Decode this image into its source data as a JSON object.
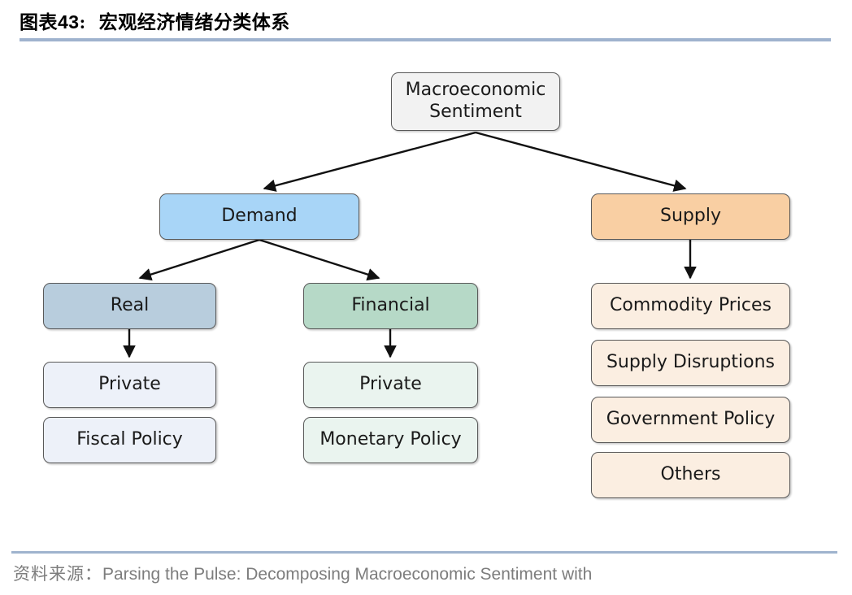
{
  "header": {
    "figure_label": "图表",
    "figure_number": "43",
    "colon": ":",
    "title": "宏观经济情绪分类体系",
    "rule_color": "#9fb3ce"
  },
  "diagram": {
    "type": "tree-hierarchy",
    "root": {
      "id": "macroeconomic-sentiment",
      "label": "Macroeconomic Sentiment",
      "line1": "Macroeconomic",
      "line2": "Sentiment",
      "fill": "#f2f2f2",
      "border": "#595959"
    },
    "branches": [
      {
        "id": "demand",
        "label": "Demand",
        "fill": "#a8d5f7",
        "children": [
          {
            "id": "real",
            "label": "Real",
            "fill": "#b8cddd",
            "children": [
              {
                "id": "real-private",
                "label": "Private",
                "fill": "#edf1f9"
              },
              {
                "id": "fiscal-policy",
                "label": "Fiscal Policy",
                "fill": "#edf1f9"
              }
            ]
          },
          {
            "id": "financial",
            "label": "Financial",
            "fill": "#b6d9c7",
            "children": [
              {
                "id": "financial-private",
                "label": "Private",
                "fill": "#eaf4ef"
              },
              {
                "id": "monetary-policy",
                "label": "Monetary Policy",
                "fill": "#eaf4ef"
              }
            ]
          }
        ]
      },
      {
        "id": "supply",
        "label": "Supply",
        "fill": "#f9cfa3",
        "children": [
          {
            "id": "commodity-prices",
            "label": "Commodity Prices",
            "fill": "#fbeee1"
          },
          {
            "id": "supply-disruptions",
            "label": "Supply Disruptions",
            "fill": "#fbeee1"
          },
          {
            "id": "government-policy",
            "label": "Government Policy",
            "fill": "#fbeee1"
          },
          {
            "id": "others",
            "label": "Others",
            "fill": "#fbeee1"
          }
        ]
      }
    ]
  },
  "footer": {
    "source_prefix": "资料来源：",
    "source_text": "Parsing the Pulse: Decomposing Macroeconomic Sentiment with",
    "rule_color": "#9fb3ce"
  }
}
